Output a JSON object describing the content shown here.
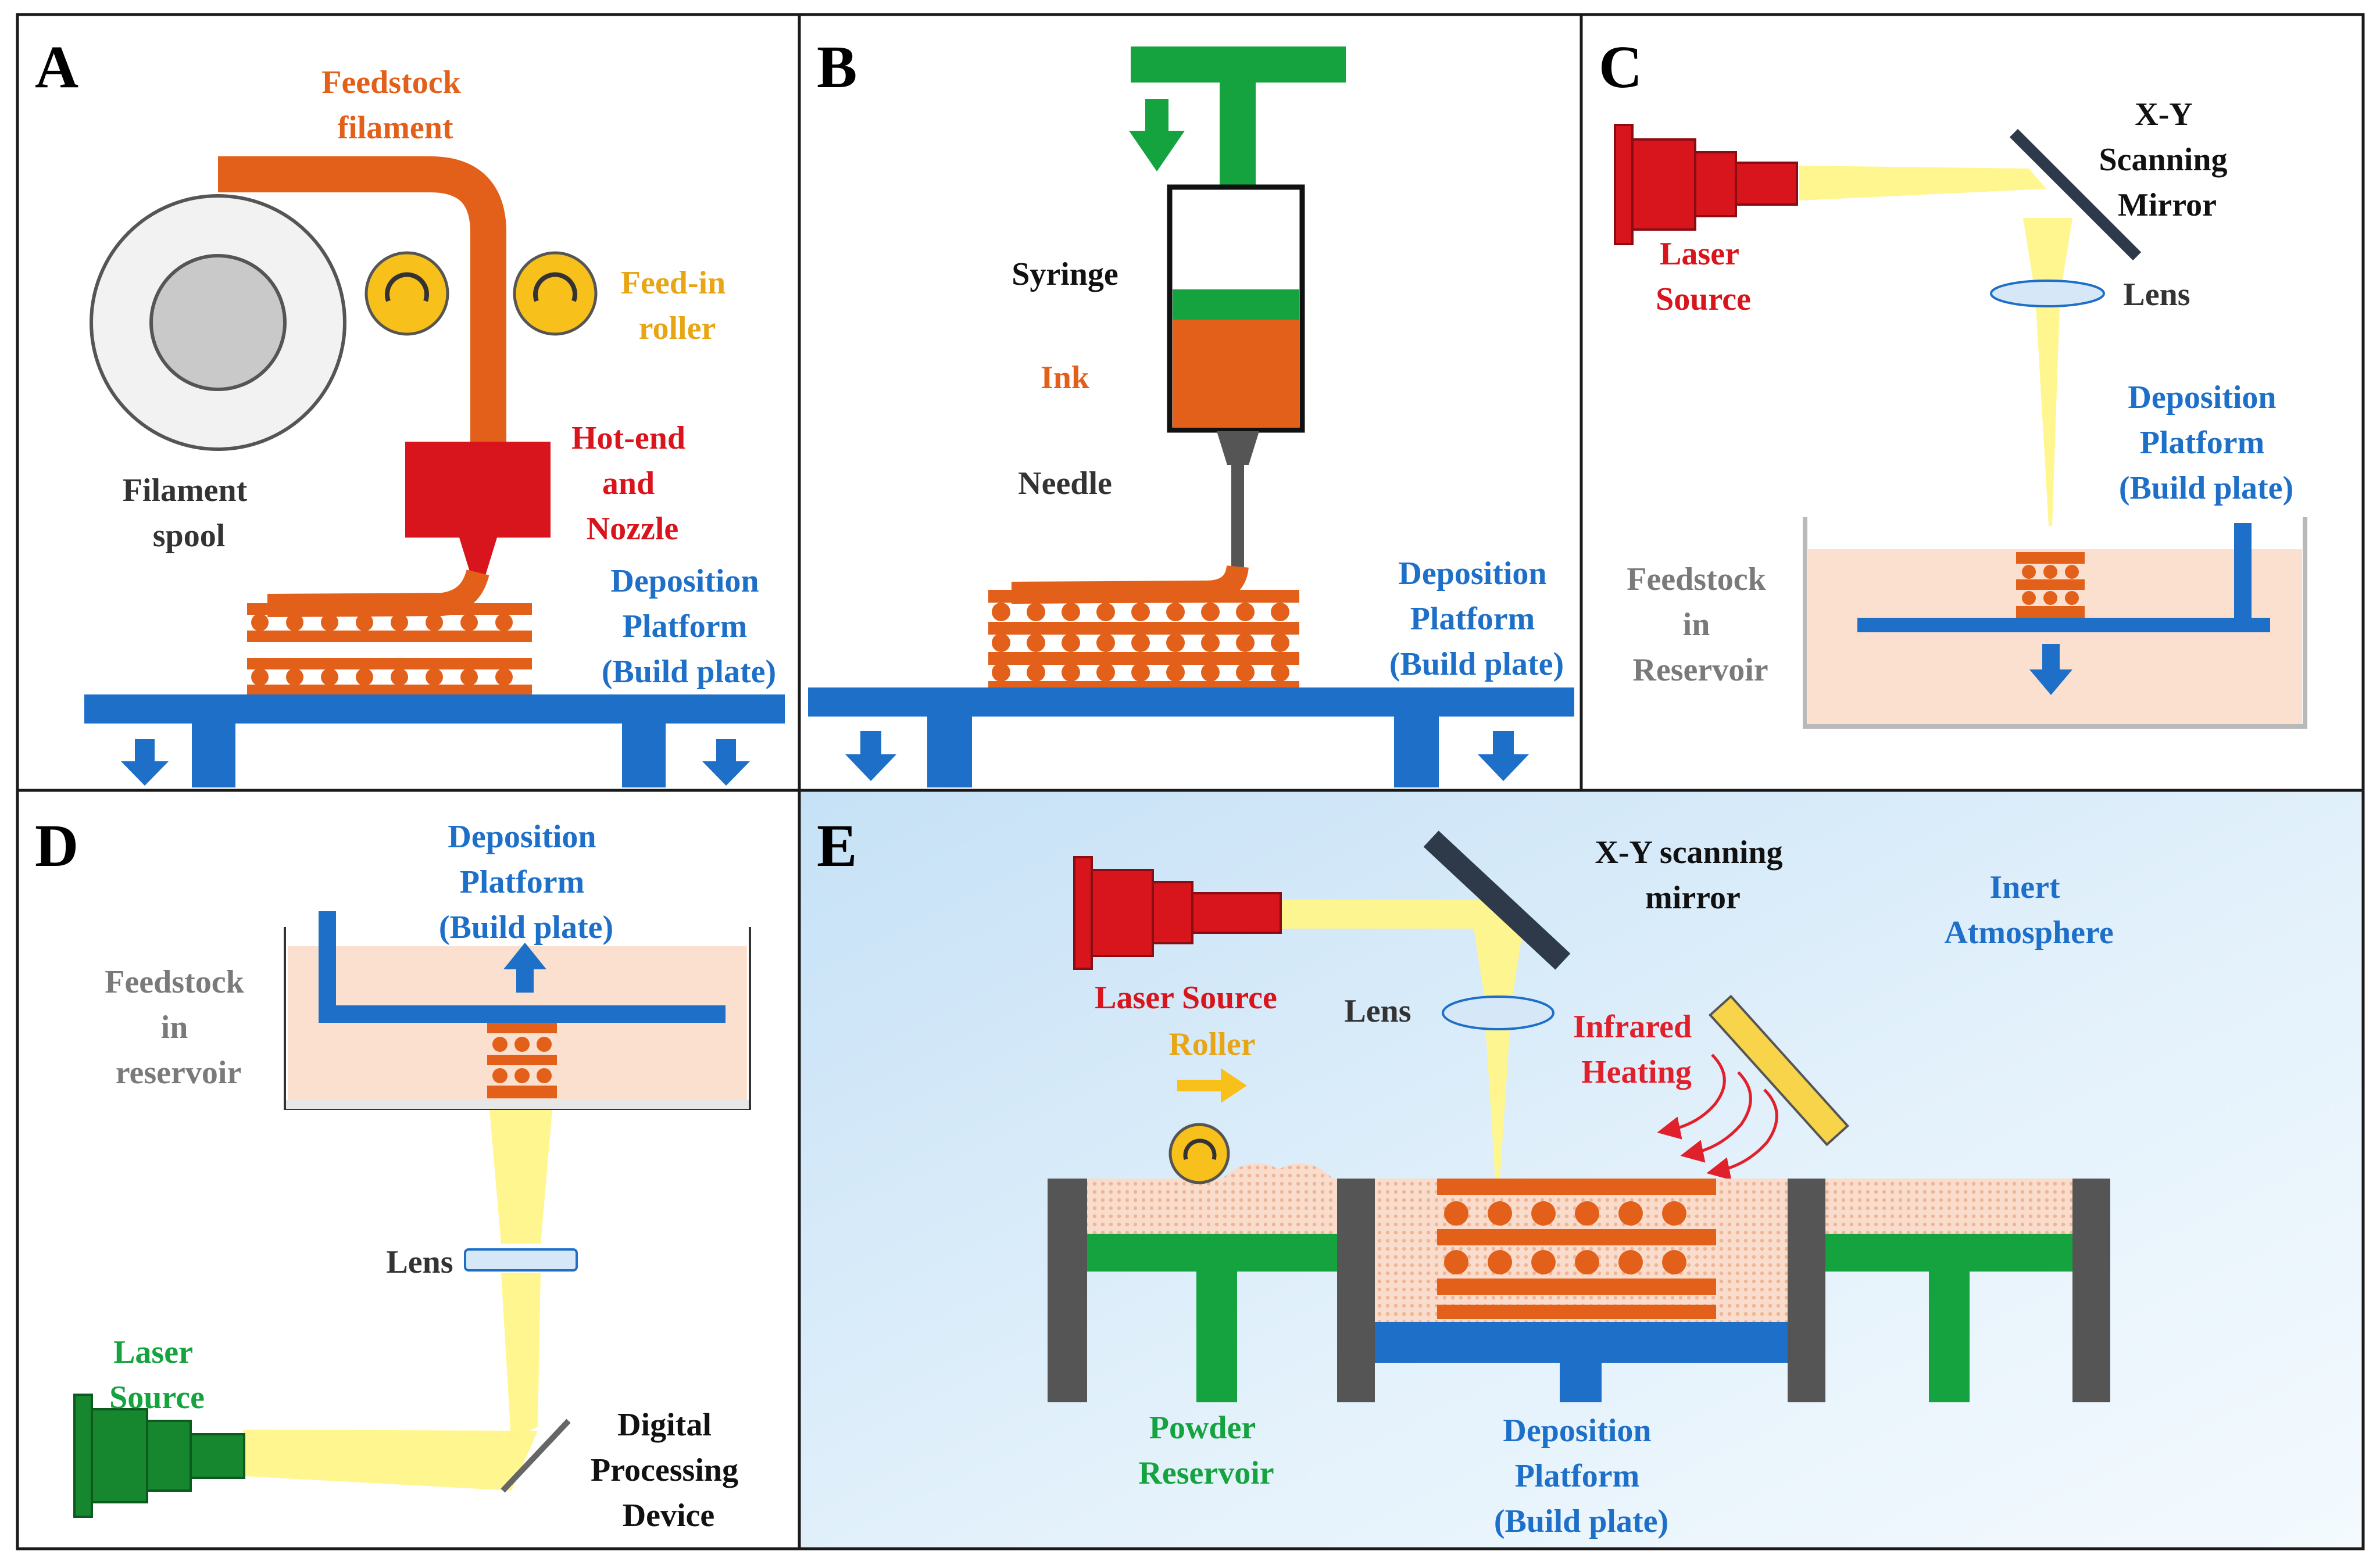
{
  "colors": {
    "orange": "#E2601A",
    "red": "#D8141C",
    "blue": "#1E6FC8",
    "green": "#15A33F",
    "dark_green": "#16862F",
    "yellow": "#F8C01A",
    "laser_beam": "#FFF68A",
    "gray_text": "#7A7A7A",
    "dark_text": "#262626",
    "resin": "#FBE0CF",
    "mirror": "#2E3A4A",
    "wall_gray": "#555555",
    "panel_e_bg": "#D3E9F8"
  },
  "panels": {
    "a": {
      "letter": "A",
      "feedstock": [
        "Feedstock",
        "filament"
      ],
      "feed_roller": [
        "Feed-in",
        "roller"
      ],
      "hot_end": [
        "Hot-end",
        "and",
        "Nozzle"
      ],
      "spool": [
        "Filament",
        "spool"
      ],
      "platform": [
        "Deposition",
        "Platform",
        "(Build plate)"
      ]
    },
    "b": {
      "letter": "B",
      "syringe": "Syringe",
      "ink": "Ink",
      "needle": "Needle",
      "platform": [
        "Deposition",
        "Platform",
        "(Build plate)"
      ]
    },
    "c": {
      "letter": "C",
      "mirror": [
        "X-Y",
        "Scanning",
        "Mirror"
      ],
      "laser": [
        "Laser",
        "Source"
      ],
      "lens": "Lens",
      "platform": [
        "Deposition",
        "Platform",
        "(Build plate)"
      ],
      "feedstock": [
        "Feedstock",
        "in",
        "Reservoir"
      ]
    },
    "d": {
      "letter": "D",
      "platform": [
        "Deposition",
        "Platform",
        "(Build plate)"
      ],
      "feedstock": [
        "Feedstock",
        "in",
        "reservoir"
      ],
      "lens": "Lens",
      "laser": [
        "Laser",
        "Source"
      ],
      "dpd": [
        "Digital",
        "Processing",
        "Device"
      ]
    },
    "e": {
      "letter": "E",
      "mirror": [
        "X-Y scanning",
        "mirror"
      ],
      "atmosphere": [
        "Inert",
        "Atmosphere"
      ],
      "laser": "Laser Source",
      "roller": "Roller",
      "lens": "Lens",
      "infrared": [
        "Infrared",
        "Heating"
      ],
      "powder": [
        "Powder",
        "Reservoir"
      ],
      "platform": [
        "Deposition",
        "Platform",
        "(Build plate)"
      ]
    }
  }
}
